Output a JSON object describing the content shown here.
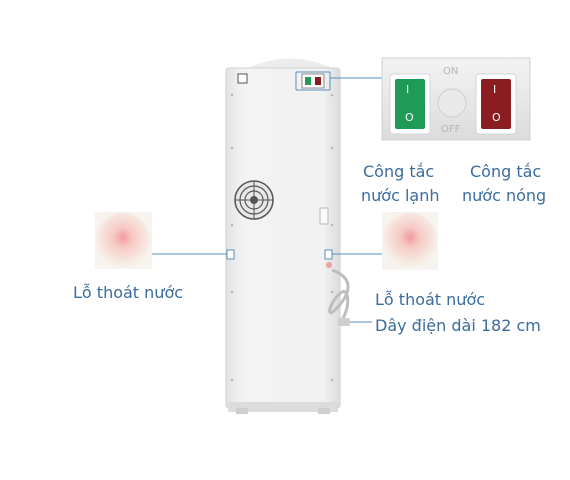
{
  "labels": {
    "cold_switch_line1": "Công tắc",
    "cold_switch_line2": "nước lạnh",
    "hot_switch_line1": "Công tắc",
    "hot_switch_line2": "nước nóng",
    "drain_left": "Lỗ thoát nước",
    "drain_right": "Lỗ thoát nước",
    "power_cord": "Dây điện dài 182 cm"
  },
  "switch_panel": {
    "on_text": "ON",
    "off_text": "OFF",
    "cold_on_mark": "I",
    "cold_off_mark": "O",
    "hot_on_mark": "I",
    "hot_off_mark": "O"
  },
  "colors": {
    "label_blue": "#3b6c9e",
    "line_blue": "#5b8ec2",
    "cold_switch": "#1f9a57",
    "hot_switch": "#8b1c20",
    "body_white": "#f1f1f1"
  }
}
